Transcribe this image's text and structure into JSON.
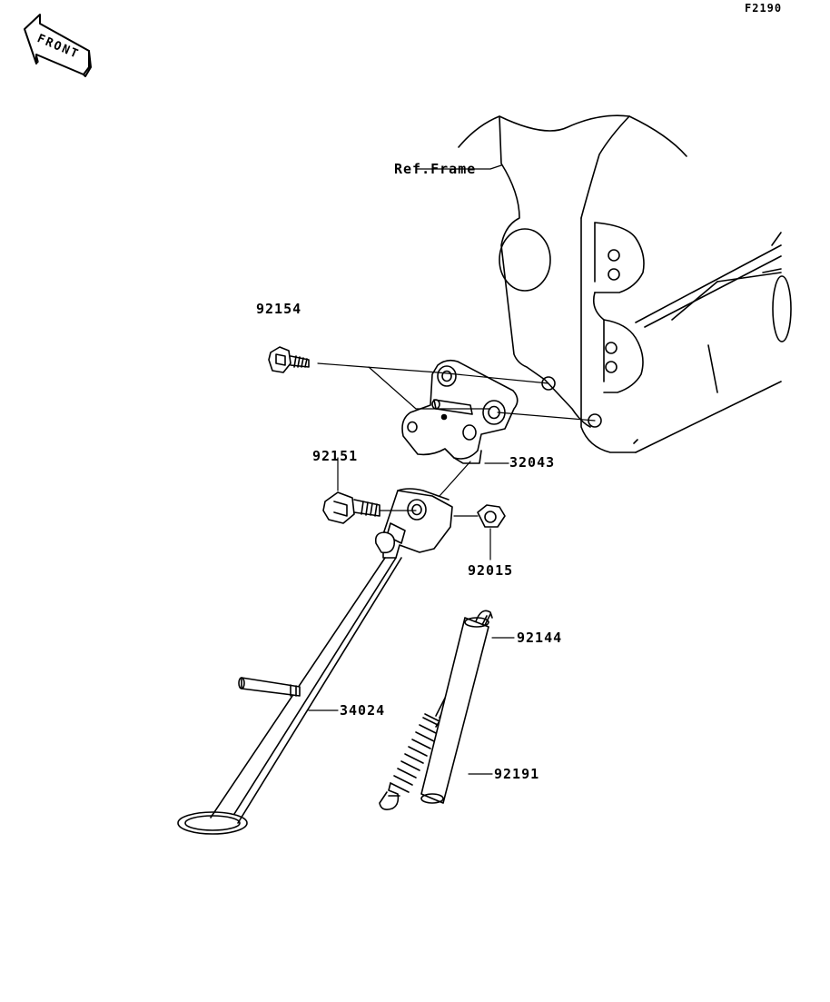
{
  "diagram": {
    "figure_code": "F2190",
    "front_label": "FRONT",
    "ref_frame_label": "Ref.Frame",
    "parts": [
      {
        "id": "bolt-upper",
        "number": "92154"
      },
      {
        "id": "bolt-pivot",
        "number": "92151"
      },
      {
        "id": "bracket",
        "number": "32043"
      },
      {
        "id": "nut",
        "number": "92015"
      },
      {
        "id": "spring-hook",
        "number": "92144"
      },
      {
        "id": "side-stand",
        "number": "34024"
      },
      {
        "id": "spring-sleeve",
        "number": "92191"
      }
    ]
  },
  "colors": {
    "line": "#000000",
    "background": "#ffffff"
  }
}
